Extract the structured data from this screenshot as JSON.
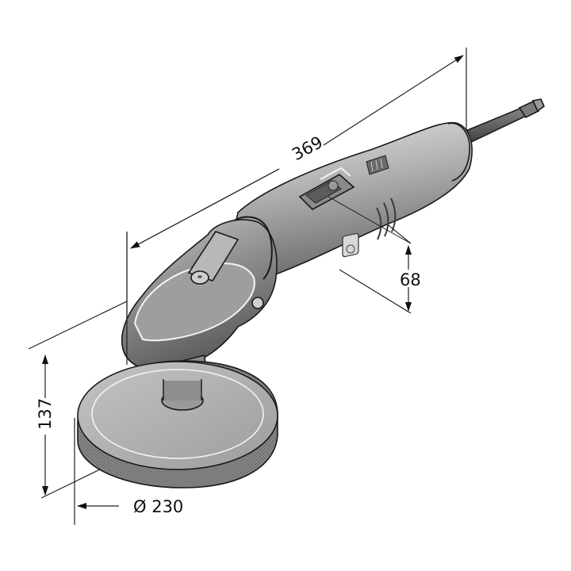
{
  "drawing": {
    "subject": "Angle polisher with polishing pad (isometric dimension drawing)",
    "units": "mm",
    "colors": {
      "background": "#ffffff",
      "body_light": "#c9c9c9",
      "body_mid": "#9a9a9a",
      "body_dark": "#5e5e5e",
      "line": "#1a1a1a"
    }
  },
  "dimensions": {
    "length": {
      "label": "369",
      "description": "Overall length"
    },
    "height": {
      "label": "137",
      "description": "Overall height"
    },
    "body_height": {
      "label": "68",
      "description": "Motor housing height"
    },
    "pad_diameter": {
      "label": "Ø 230",
      "description": "Polishing pad diameter"
    }
  },
  "icons": {
    "logo_badge": "brand-logo-badge",
    "switch": "slide-switch",
    "speed_dial": "speed-dial-wheel"
  }
}
